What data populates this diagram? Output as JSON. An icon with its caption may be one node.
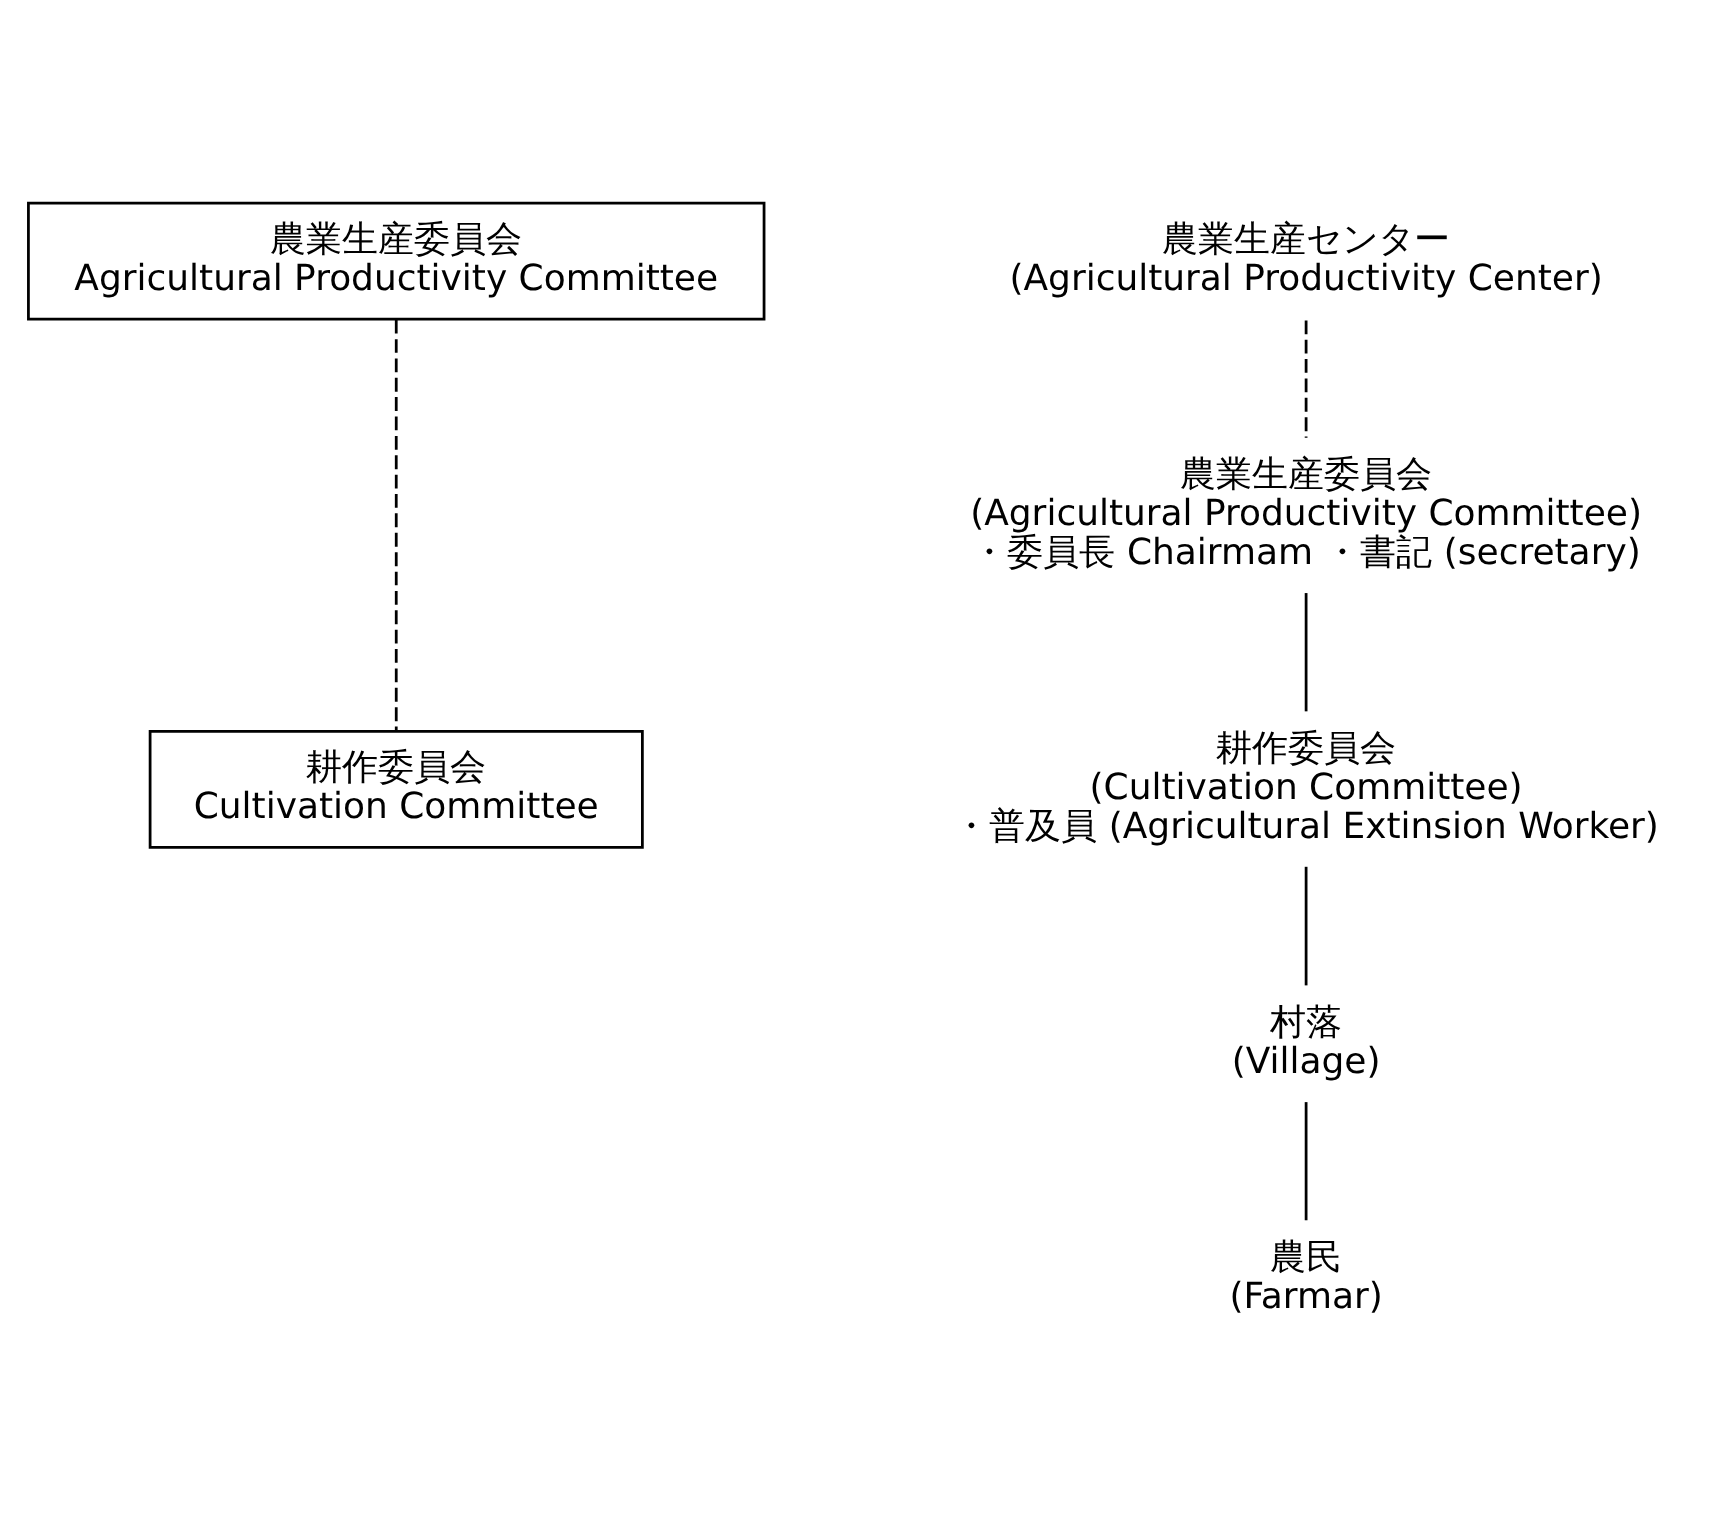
{
  "diagram": {
    "nodes": [
      {
        "text": [
          "農業生産委員会",
          "Agricultural Productivity Committee"
        ]
      },
      {
        "text": [
          "耕作委員会",
          "Cultivation Committee"
        ]
      },
      {
        "text": [
          "農業生産センター",
          "(Agricultural Productivity Center)"
        ]
      },
      {
        "text": [
          "農業生産委員会",
          "(Agricultural Productivity Committee)",
          "・委員長 Chairmam ・書記 (secretary)"
        ]
      },
      {
        "text": [
          "耕作委員会",
          "(Cultivation Committee)",
          "・普及員 (Agricultural Extinsion Worker)"
        ]
      },
      {
        "text": [
          "村落",
          "(Village)"
        ]
      },
      {
        "text": [
          "農民",
          "(Farmar)"
        ]
      }
    ],
    "edges": [
      {
        "from": 0,
        "to": 1,
        "arrow": "none",
        "style": "dashed"
      },
      {
        "from": 2,
        "to": 3,
        "arrow": "none",
        "style": "dashed"
      },
      {
        "from": 3,
        "to": 4,
        "arrow": "none"
      },
      {
        "from": 4,
        "to": 5,
        "arrow": "none"
      },
      {
        "from": 5,
        "to": 6,
        "arrow": "none"
      }
    ]
  }
}
